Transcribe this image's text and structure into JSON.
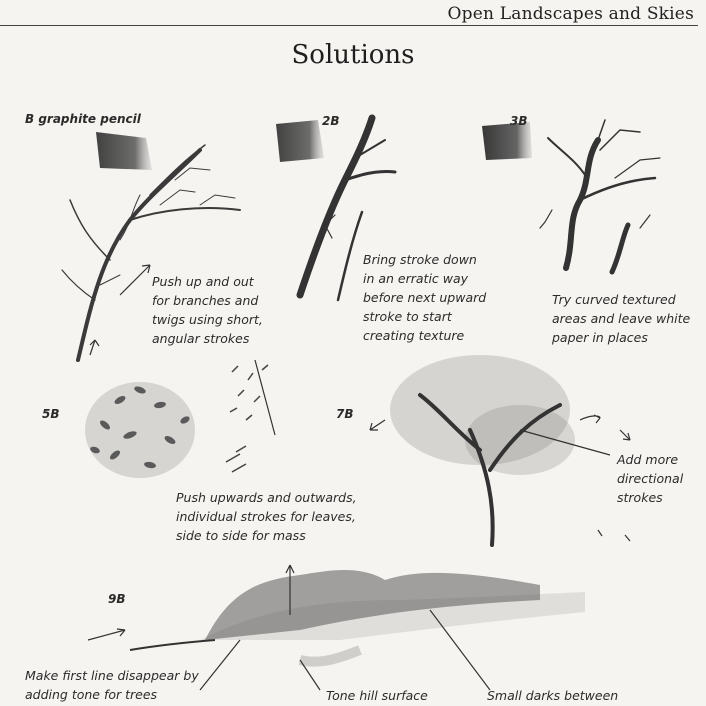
{
  "header": {
    "running_head": "Open Landscapes and Skies",
    "title": "Solutions"
  },
  "grades": {
    "b": "B graphite pencil",
    "two_b": "2B",
    "three_b": "3B",
    "five_b": "5B",
    "seven_b": "7B",
    "nine_b": "9B"
  },
  "captions": {
    "branches": "Push up and out\nfor branches and\ntwigs using short,\nangular strokes",
    "erratic": "Bring stroke down\nin an erratic way\nbefore next upward\nstroke to start\ncreating texture",
    "curved": "Try curved textured\nareas and leave white\npaper in places",
    "leaves": "Push upwards and outwards,\nindividual strokes for leaves,\nside to side for mass",
    "directional": "Add more\ndirectional\nstrokes",
    "first_line": "Make first line disappear by\nadding tone for trees",
    "hill": "Tone hill surface",
    "darks": "Small darks between"
  },
  "colors": {
    "paper": "#f6f4f0",
    "graphite": "#3a3a3a",
    "graphite_light": "#8a8a8a"
  }
}
